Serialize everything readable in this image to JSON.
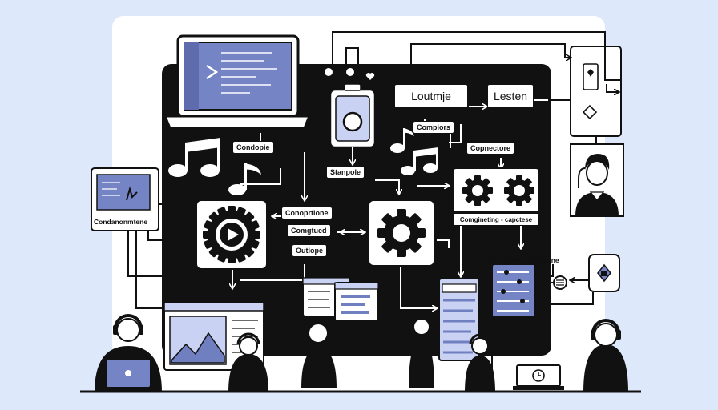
{
  "labels": {
    "loutmje": "Loutmje",
    "lesten": "Lesten",
    "compiors": "Compiors",
    "condopie": "Condopie",
    "stanpole": "Stanpole",
    "copnectore": "Copnectore",
    "conoprtione": "Conoprtione",
    "comgtued": "Comgtued",
    "outlope": "Outlope",
    "congineting_capctese": "Comgineting - capctese",
    "condanonmtene": "Condanonmtene",
    "condanotrio_pecttione": "Condanotrio pecttione"
  },
  "colors": {
    "background": "#dde8fb",
    "panel": "#ffffff",
    "board": "#111111",
    "accent": "#6f7fc0",
    "accent_light": "#c9d2f2"
  }
}
